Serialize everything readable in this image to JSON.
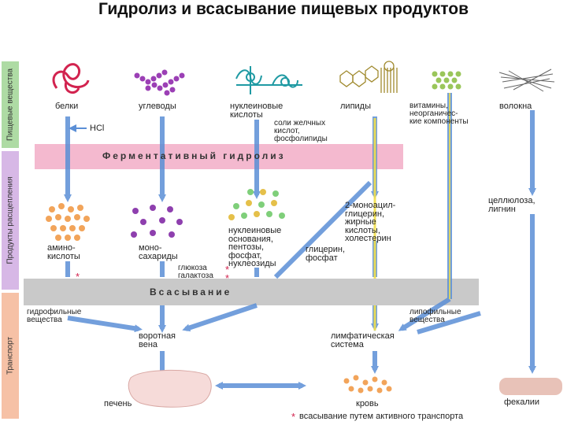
{
  "title": "Гидролиз и всасывание пищевых продуктов",
  "side_labels": {
    "food": "Пищевые вещества",
    "products": "Продукты расщепления",
    "transport": "Транспорт"
  },
  "bands": {
    "hydrolysis": "Ферментативный гидролиз",
    "absorption": "Всасывание"
  },
  "nutrients": {
    "proteins": "белки",
    "carbs": "углеводы",
    "nucleic": "нуклеиновые\nкислоты",
    "lipids": "липиды",
    "vitamins": "витамины,\nнеорганичес-\nкие компоненты",
    "fibers": "волокна"
  },
  "hcl": "HCl",
  "bile": "соли желчных\nкислот,\nфосфолипиды",
  "products": {
    "amino": "амино-\nкислоты",
    "mono": "моно-\nсахариды",
    "nucleo": "нуклеиновые\nоснования,\nпентозы,\nфосфат,\nнуклеозиды",
    "glycerol": "глицерин,\nфосфат",
    "lipid_products": "2-моноацил-\nглицерин,\nжирные\nкислоты,\nхолестерин",
    "cellulose": "целлюлоза,\nлигнин"
  },
  "sugars": "глюкоза\nгалактоза",
  "star": "*",
  "transport": {
    "hydrophilic": "гидрофильные\nвещества",
    "lipophilic": "липофильные\nвещества",
    "portal": "воротная\nвена",
    "lymph": "лимфатическая\nсистема",
    "liver": "печень",
    "blood": "кровь",
    "feces": "фекалии"
  },
  "footnote": "всасывание путем активного транспорта",
  "colors": {
    "arrow_blue": "#5b8fd6",
    "bile_yellow": "#f2e04a",
    "hydrolysis_band": "#f4b9cf",
    "absorption_band": "#c9c9c9",
    "star_red": "#d2234f"
  }
}
